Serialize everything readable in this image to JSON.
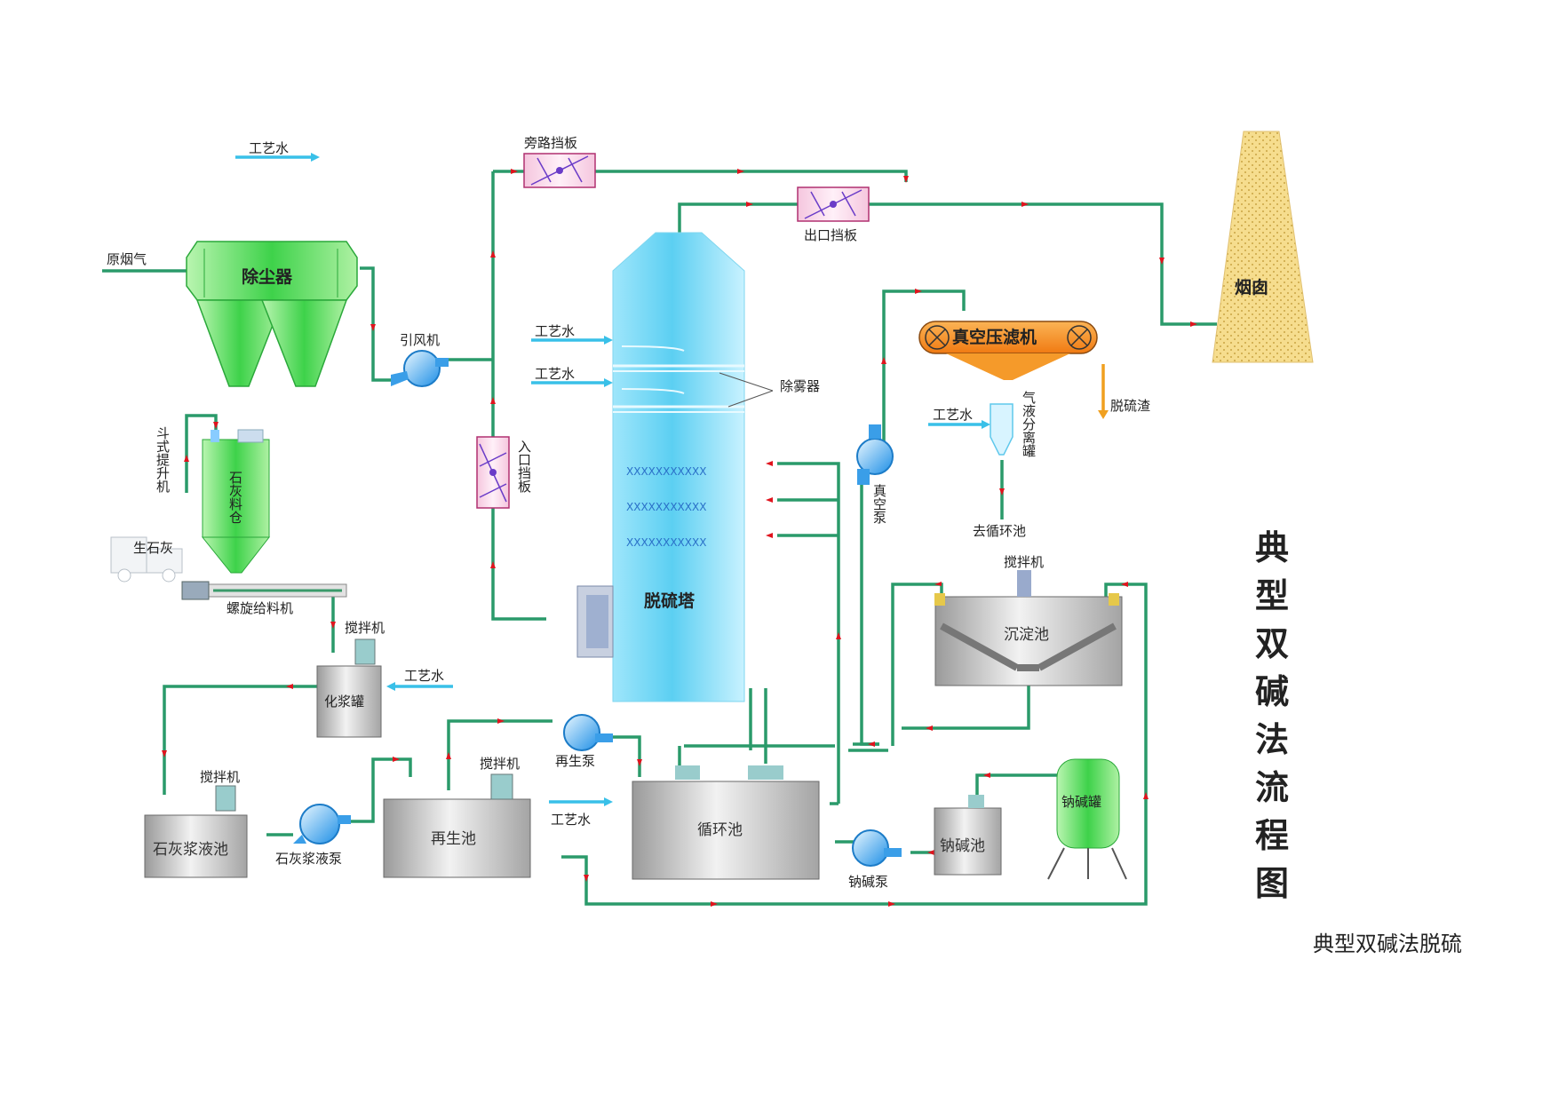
{
  "title_vertical": "典型双碱法流程图",
  "caption": "典型双碱法脱硫",
  "labels": {
    "process_water": "工艺水",
    "raw_flue_gas": "原烟气",
    "dust_collector": "除尘器",
    "bypass_damper": "旁路挡板",
    "outlet_damper": "出口挡板",
    "inlet_damper": "入口挡板",
    "induced_fan": "引风机",
    "desulfurization_tower": "脱硫塔",
    "demister": "除雾器",
    "chimney": "烟囱",
    "vacuum_filter": "真空压滤机",
    "gas_liquid_separator": "气液分离罐",
    "dewatered_sludge": "脱硫渣",
    "to_circulation_tank": "去循环池",
    "vacuum_pump": "真空泵",
    "bucket_elevator": "斗式提升机",
    "lime_silo": "石灰料仓",
    "quicklime": "生石灰",
    "screw_feeder": "螺旋给料机",
    "agitator": "搅拌机",
    "slaking_tank": "化浆罐",
    "lime_slurry_tank": "石灰浆液池",
    "lime_slurry_pump": "石灰浆液泵",
    "regeneration_tank": "再生池",
    "regeneration_pump": "再生泵",
    "circulation_tank": "循环池",
    "sedimentation_tank": "沉淀池",
    "soda_pump": "钠碱泵",
    "soda_tank": "钠碱池",
    "soda_vessel": "钠碱罐"
  },
  "colors": {
    "pipe": "#2a9a6a",
    "arrow": "#e0141e",
    "process_water": "#39c0e8",
    "tower": "#5fd0f0",
    "dust_collector": "#3ed24a",
    "filter": "#f08c1e",
    "chimney": "#f2d88a"
  }
}
